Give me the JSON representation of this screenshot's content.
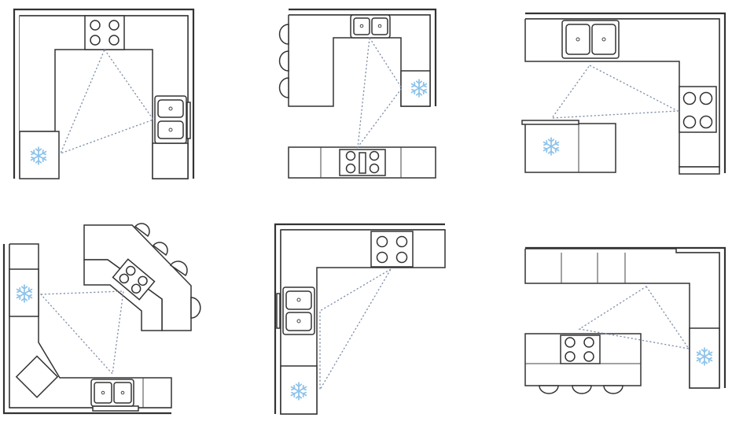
{
  "figure": {
    "layouts": [
      {
        "id": "u-shape"
      },
      {
        "id": "galley-peninsula"
      },
      {
        "id": "l-shape-peninsula"
      },
      {
        "id": "angled-peninsula"
      },
      {
        "id": "l-shape"
      },
      {
        "id": "l-shape-island"
      }
    ],
    "colors": {
      "walls": "#333333",
      "work_triangle": "#7f8fa8",
      "refrigerator_icon": "#8ec3ea"
    },
    "icons": [
      "sink-icon",
      "stove-icon",
      "refrigerator-icon",
      "stool-icon"
    ]
  }
}
